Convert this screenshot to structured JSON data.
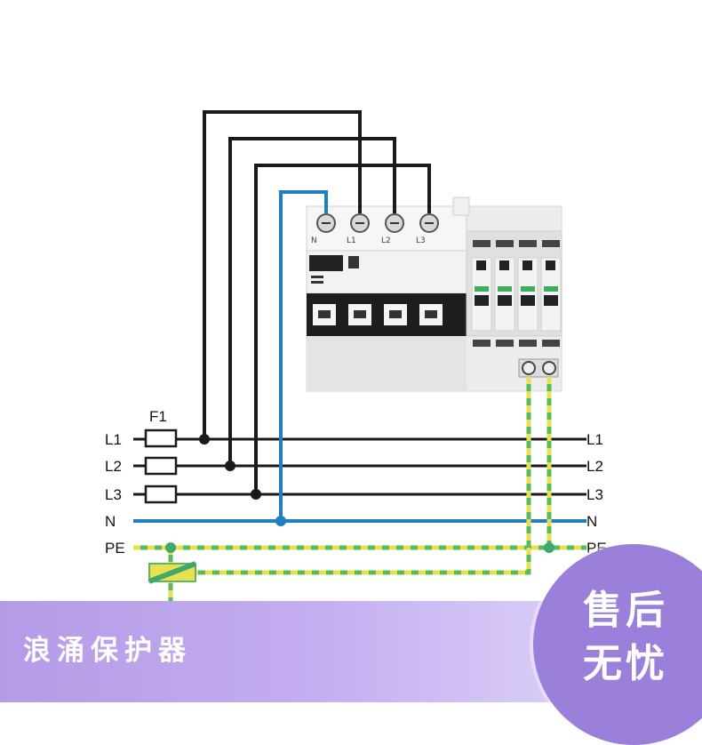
{
  "diagram": {
    "fuse_label": "F1",
    "left_labels": [
      "L1",
      "L2",
      "L3",
      "N",
      "PE"
    ],
    "right_labels": [
      "L1",
      "L2",
      "L3",
      "N",
      "PE"
    ],
    "terminal_labels": [
      "N",
      "L1",
      "L2",
      "L3"
    ],
    "colors": {
      "phase": "#1a1a1a",
      "neutral": "#1f7fc1",
      "pe_green": "#5cb85c",
      "pe_yellow": "#e8e050",
      "junction_green": "#3fa86a"
    }
  },
  "banner": {
    "title": "浪涌保护器",
    "badge_line1": "售后",
    "badge_line2": "无忧",
    "colors": {
      "banner": "#c3aef0",
      "badge": "#9a80db"
    }
  }
}
